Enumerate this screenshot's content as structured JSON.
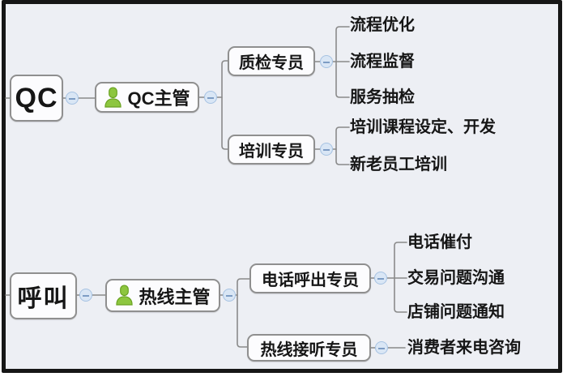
{
  "diagram_type": "mindmap-org-chart",
  "colors": {
    "canvas_bg": "#edeff4",
    "frame_border": "#161616",
    "node_bg": "#fcfcfe",
    "node_border": "#8f8f8f",
    "line_gray": "#8a8a8a",
    "handle_fill": "#d9e6f5",
    "handle_border": "#a6c2e2",
    "person_green": "#8dc63f",
    "person_green_dark": "#68a121",
    "text_color": "#161616"
  },
  "icons": {
    "manager_badge": "person-icon",
    "collapse_handle": "minus-circle-icon"
  },
  "tree_qc": {
    "root": "QC",
    "manager": "QC主管",
    "children": [
      {
        "label": "质检专员",
        "leaves": [
          "流程优化",
          "流程监督",
          "服务抽检"
        ]
      },
      {
        "label": "培训专员",
        "leaves": [
          "培训课程设定、开发",
          "新老员工培训"
        ]
      }
    ]
  },
  "tree_call": {
    "root": "呼叫",
    "manager": "热线主管",
    "children": [
      {
        "label": "电话呼出专员",
        "leaves": [
          "电话催付",
          "交易问题沟通",
          "店铺问题通知"
        ]
      },
      {
        "label": "热线接听专员",
        "leaves": [
          "消费者来电咨询"
        ]
      }
    ]
  }
}
